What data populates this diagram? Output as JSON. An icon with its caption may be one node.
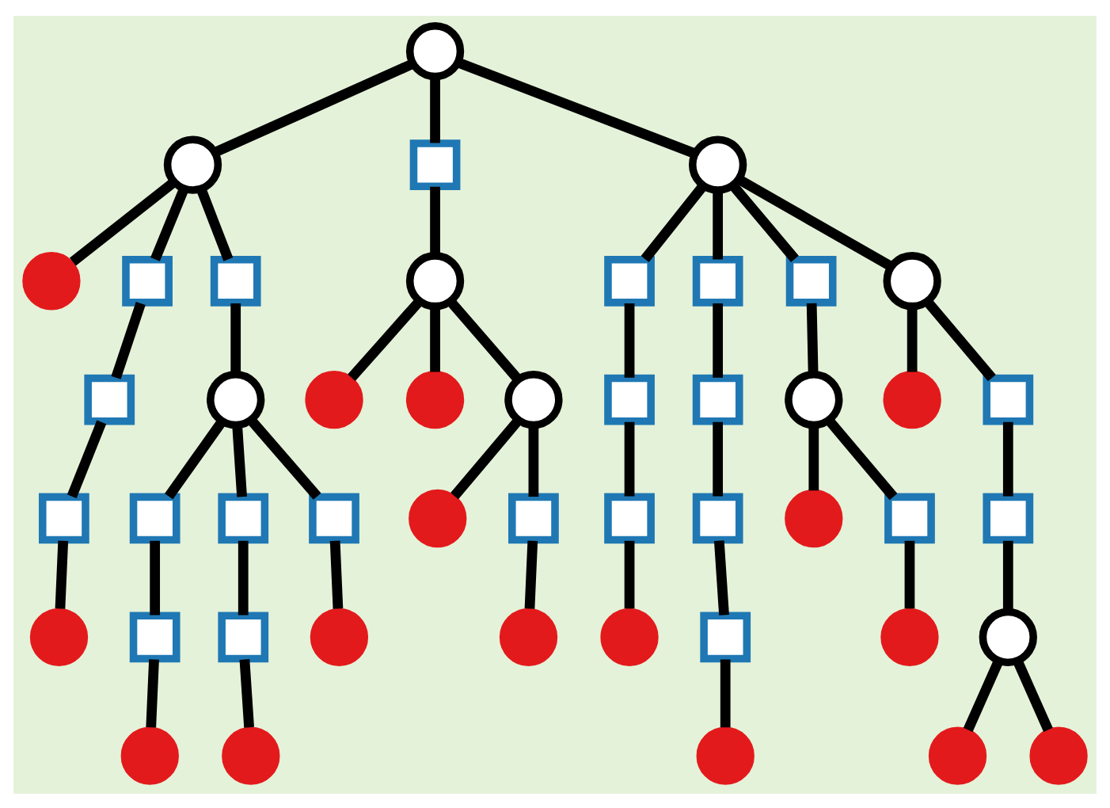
{
  "diagram": {
    "nodes": [
      {
        "text": [],
        "shape": "circle"
      },
      {
        "text": [],
        "shape": "circle"
      },
      {
        "text": [],
        "shape": "dot"
      },
      {
        "text": [],
        "shape": "box"
      },
      {
        "text": [],
        "shape": "box"
      },
      {
        "text": [],
        "shape": "box"
      },
      {
        "text": [],
        "shape": "dot"
      },
      {
        "text": [],
        "shape": "box"
      },
      {
        "text": [],
        "shape": "circle"
      },
      {
        "text": [],
        "shape": "box"
      },
      {
        "text": [],
        "shape": "box"
      },
      {
        "text": [],
        "shape": "dot"
      },
      {
        "text": [],
        "shape": "box"
      },
      {
        "text": [],
        "shape": "box"
      },
      {
        "text": [],
        "shape": "dot"
      },
      {
        "text": [],
        "shape": "box"
      },
      {
        "text": [],
        "shape": "dot"
      },
      {
        "text": [],
        "shape": "box"
      },
      {
        "text": [],
        "shape": "circle"
      },
      {
        "text": [],
        "shape": "dot"
      },
      {
        "text": [],
        "shape": "dot"
      },
      {
        "text": [],
        "shape": "circle"
      },
      {
        "text": [],
        "shape": "dot"
      },
      {
        "text": [],
        "shape": "box"
      },
      {
        "text": [],
        "shape": "dot"
      },
      {
        "text": [],
        "shape": "circle"
      },
      {
        "text": [],
        "shape": "box"
      },
      {
        "text": [],
        "shape": "box"
      },
      {
        "text": [],
        "shape": "box"
      },
      {
        "text": [],
        "shape": "dot"
      },
      {
        "text": [],
        "shape": "box"
      },
      {
        "text": [],
        "shape": "box"
      },
      {
        "text": [],
        "shape": "box"
      },
      {
        "text": [],
        "shape": "box"
      },
      {
        "text": [],
        "shape": "dot"
      },
      {
        "text": [],
        "shape": "box"
      },
      {
        "text": [],
        "shape": "circle"
      },
      {
        "text": [],
        "shape": "dot"
      },
      {
        "text": [],
        "shape": "box"
      },
      {
        "text": [],
        "shape": "dot"
      },
      {
        "text": [],
        "shape": "circle"
      },
      {
        "text": [],
        "shape": "dot"
      },
      {
        "text": [],
        "shape": "box"
      },
      {
        "text": [],
        "shape": "box"
      },
      {
        "text": [],
        "shape": "circle"
      },
      {
        "text": [],
        "shape": "dot"
      },
      {
        "text": [],
        "shape": "dot"
      }
    ],
    "edges": [
      {
        "from": 0,
        "to": 1,
        "arrow": "none"
      },
      {
        "from": 0,
        "to": 17,
        "arrow": "none"
      },
      {
        "from": 0,
        "to": 25,
        "arrow": "none"
      },
      {
        "from": 1,
        "to": 2,
        "arrow": "none"
      },
      {
        "from": 1,
        "to": 3,
        "arrow": "none"
      },
      {
        "from": 3,
        "to": 4,
        "arrow": "none"
      },
      {
        "from": 4,
        "to": 5,
        "arrow": "none"
      },
      {
        "from": 5,
        "to": 6,
        "arrow": "none"
      },
      {
        "from": 1,
        "to": 7,
        "arrow": "none"
      },
      {
        "from": 7,
        "to": 8,
        "arrow": "none"
      },
      {
        "from": 8,
        "to": 9,
        "arrow": "none"
      },
      {
        "from": 9,
        "to": 10,
        "arrow": "none"
      },
      {
        "from": 10,
        "to": 11,
        "arrow": "none"
      },
      {
        "from": 8,
        "to": 12,
        "arrow": "none"
      },
      {
        "from": 12,
        "to": 13,
        "arrow": "none"
      },
      {
        "from": 13,
        "to": 14,
        "arrow": "none"
      },
      {
        "from": 8,
        "to": 15,
        "arrow": "none"
      },
      {
        "from": 15,
        "to": 16,
        "arrow": "none"
      },
      {
        "from": 17,
        "to": 18,
        "arrow": "none"
      },
      {
        "from": 18,
        "to": 19,
        "arrow": "none"
      },
      {
        "from": 18,
        "to": 20,
        "arrow": "none"
      },
      {
        "from": 18,
        "to": 21,
        "arrow": "none"
      },
      {
        "from": 21,
        "to": 22,
        "arrow": "none"
      },
      {
        "from": 21,
        "to": 23,
        "arrow": "none"
      },
      {
        "from": 23,
        "to": 24,
        "arrow": "none"
      },
      {
        "from": 25,
        "to": 26,
        "arrow": "none"
      },
      {
        "from": 26,
        "to": 27,
        "arrow": "none"
      },
      {
        "from": 27,
        "to": 28,
        "arrow": "none"
      },
      {
        "from": 28,
        "to": 29,
        "arrow": "none"
      },
      {
        "from": 25,
        "to": 30,
        "arrow": "none"
      },
      {
        "from": 30,
        "to": 31,
        "arrow": "none"
      },
      {
        "from": 31,
        "to": 32,
        "arrow": "none"
      },
      {
        "from": 32,
        "to": 33,
        "arrow": "none"
      },
      {
        "from": 33,
        "to": 34,
        "arrow": "none"
      },
      {
        "from": 25,
        "to": 35,
        "arrow": "none"
      },
      {
        "from": 35,
        "to": 36,
        "arrow": "none"
      },
      {
        "from": 36,
        "to": 37,
        "arrow": "none"
      },
      {
        "from": 36,
        "to": 38,
        "arrow": "none"
      },
      {
        "from": 38,
        "to": 39,
        "arrow": "none"
      },
      {
        "from": 25,
        "to": 40,
        "arrow": "none"
      },
      {
        "from": 40,
        "to": 41,
        "arrow": "none"
      },
      {
        "from": 40,
        "to": 42,
        "arrow": "none"
      },
      {
        "from": 42,
        "to": 43,
        "arrow": "none"
      },
      {
        "from": 43,
        "to": 44,
        "arrow": "none"
      },
      {
        "from": 44,
        "to": 45,
        "arrow": "none"
      },
      {
        "from": 44,
        "to": 46,
        "arrow": "none"
      }
    ]
  }
}
